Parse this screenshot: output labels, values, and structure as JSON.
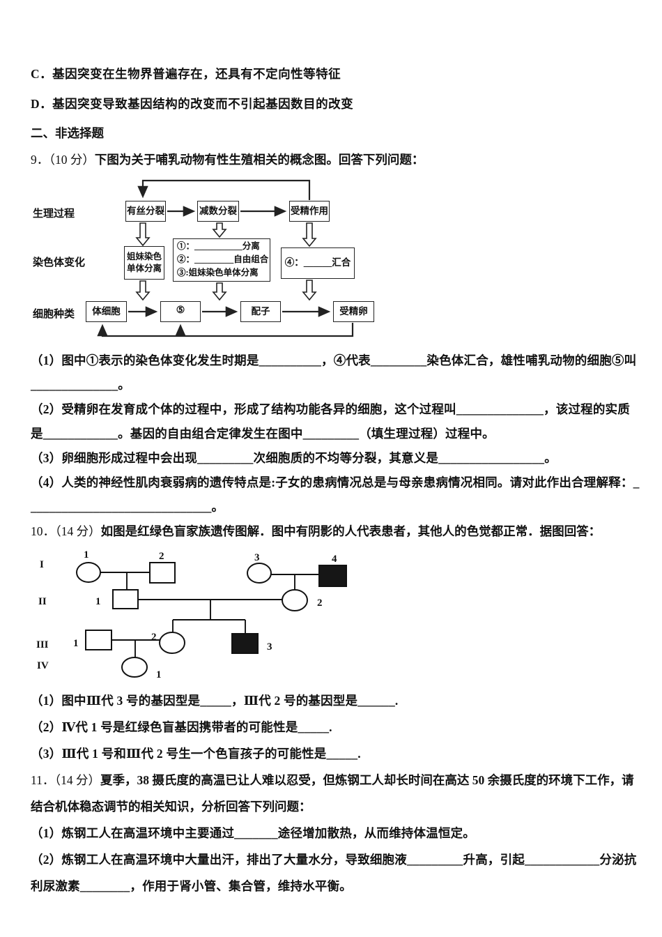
{
  "doc": {
    "options": [
      {
        "label": "C．",
        "text": "基因突变在生物界普遍存在，还具有不定向性等特征"
      },
      {
        "label": "D．",
        "text": "基因突变导致基因结构的改变而不引起基因数目的改变"
      }
    ],
    "section_heading": "二、非选择题",
    "q9": {
      "number": "9．",
      "score": "（10 分）",
      "stem": "下图为关于哺乳动物有性生殖相关的概念图。回答下列问题：",
      "sub1": "（1）图中①表示的染色体变化发生时期是__________，④代表_________染色体汇合，雄性哺乳动物的细胞⑤叫______________。",
      "sub2": "（2）受精卵在发育成个体的过程中，形成了结构功能各异的细胞，这个过程叫______________，该过程的实质是____________。基因的自由组合定律发生在图中_________（填生理过程）过程中。",
      "sub3": "（3）卵细胞形成过程中会出现_________次细胞质的不均等分裂，其意义是_________________。",
      "sub4": "（4）人类的神经性肌肉衰弱病的遗传特点是:子女的患病情况总是与母亲患病情况相同。请对此作出合理解释：______________________________。"
    },
    "q10": {
      "number": "10．",
      "score": "（14 分）",
      "stem": "如图是红绿色盲家族遗传图解．图中有阴影的人代表患者，其他人的色觉都正常．据图回答：",
      "sub1": "（1）图中Ⅲ代 3 号的基因型是_____，Ⅲ代 2 号的基因型是______.",
      "sub2": "（2）Ⅳ代 1 号是红绿色盲基因携带者的可能性是_____.",
      "sub3": "（3）Ⅲ代 1 号和Ⅲ代 2 号生一个色盲孩子的可能性是_____."
    },
    "q11": {
      "number": "11．",
      "score": "（14 分）",
      "stem": "夏季，38 摄氏度的高温已让人难以忍受，但炼钢工人却长时间在高达 50 余摄氏度的环境下工作，请结合机体稳态调节的相关知识，分析回答下列问题：",
      "sub1": "（1）炼钢工人在高温环境中主要通过_______途径增加散热，从而维持体温恒定。",
      "sub2": "（2）炼钢工人在高温环境中大量出汗，排出了大量水分，导致细胞液_________升高，引起____________分泌抗利尿激素________，作用于肾小管、集合管，维持水平衡。"
    }
  },
  "flowchart": {
    "row_labels": [
      "生理过程",
      "染色体变化",
      "细胞种类"
    ],
    "boxes": {
      "mitosis": "有丝分裂",
      "meiosis": "减数分裂",
      "fertilization": "受精作用",
      "sister_line1": "姐妹染色",
      "sister_line2": "单体分离",
      "mid_line1": "①：___________分离",
      "mid_line2": "②：_________自由组合",
      "mid_line3": "③:姐妹染色单体分离",
      "merge": "④：______汇合",
      "somatic": "体细胞",
      "step5": "⑤",
      "gamete": "配子",
      "zygote": "受精卵"
    },
    "line_color": "#222222"
  },
  "pedigree": {
    "generation_labels": [
      "I",
      "II",
      "III",
      "IV"
    ],
    "member_labels": {
      "i1": "1",
      "i2": "2",
      "i3": "3",
      "i4": "4",
      "ii1": "1",
      "ii2": "2",
      "iii1": "1",
      "iii2": "2",
      "iii3": "3",
      "iv1": "1"
    },
    "affected_fill": "#161616",
    "line_color": "#111111"
  }
}
